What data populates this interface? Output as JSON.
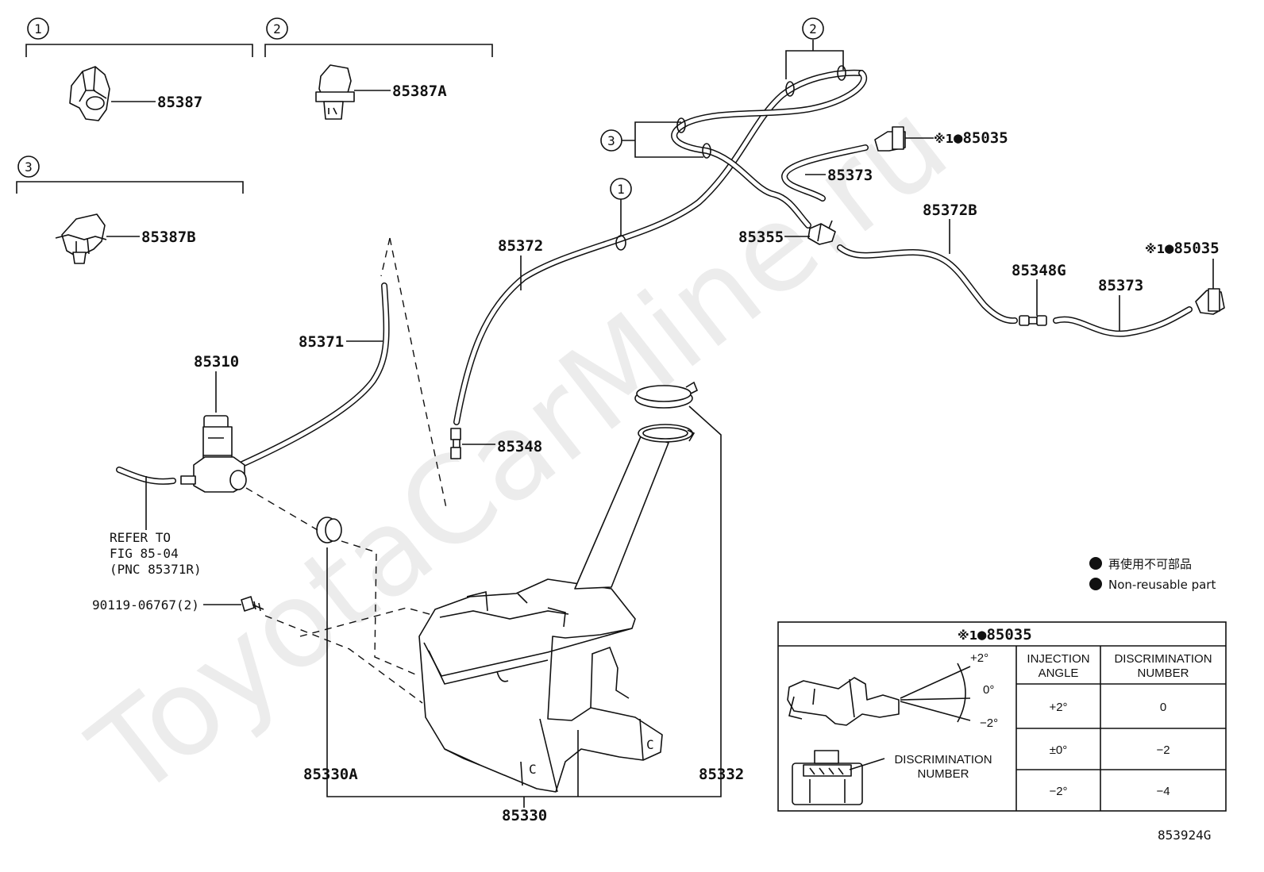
{
  "callout_groups": [
    {
      "number": "1",
      "part": "85387"
    },
    {
      "number": "2",
      "part": "85387A"
    },
    {
      "number": "3",
      "part": "85387B"
    }
  ],
  "hose_callouts": [
    "2",
    "3",
    "1"
  ],
  "labels": {
    "p85310": "85310",
    "p85371": "85371",
    "p85372": "85372",
    "p85348": "85348",
    "p85355": "85355",
    "p85373_a": "85373",
    "p85035_a": "85035",
    "p85372B": "85372B",
    "p85348G": "85348G",
    "p85373_b": "85373",
    "p85035_b": "85035",
    "p85330A": "85330A",
    "p85332": "85332",
    "p85330": "85330",
    "p90119": "90119-06767(2)"
  },
  "refer": {
    "line1": "REFER TO",
    "line2": "FIG 85-04",
    "line3": "(PNC 85371R)"
  },
  "note_mark": "※1",
  "legend": {
    "jp": "再使用不可部品",
    "en": "Non-reusable part"
  },
  "table": {
    "title": "85035",
    "col1": [
      "INJECTION",
      "ANGLE"
    ],
    "col2": [
      "DISCRIMINATION",
      "NUMBER"
    ],
    "angle_marks": [
      "+2°",
      "0°",
      "−2°"
    ],
    "disc_label": [
      "DISCRIMINATION",
      "NUMBER"
    ],
    "rows": [
      {
        "angle": "+2°",
        "number": "0"
      },
      {
        "angle": "±0°",
        "number": "−2"
      },
      {
        "angle": "−2°",
        "number": "−4"
      }
    ]
  },
  "figure_id": "853924G"
}
